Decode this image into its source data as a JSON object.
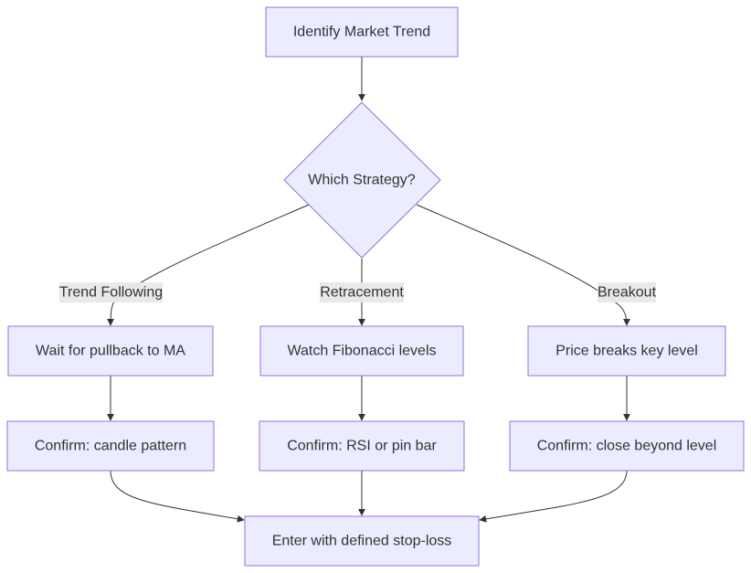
{
  "colors": {
    "node_fill": "#ECECFF",
    "node_stroke": "#9370DB",
    "edge": "#333333",
    "label_bg": "#E8E8E8",
    "text": "#333333"
  },
  "nodes": {
    "identify": "Identify Market Trend",
    "strategy": "Which Strategy?",
    "pullback": "Wait for pullback to MA",
    "fibonacci": "Watch Fibonacci levels",
    "breaks": "Price breaks key level",
    "candle": "Confirm: candle pattern",
    "rsi": "Confirm: RSI or pin bar",
    "close": "Confirm: close beyond level",
    "enter": "Enter with defined stop-loss"
  },
  "edges": {
    "trend_following": "Trend Following",
    "retracement": "Retracement",
    "breakout": "Breakout"
  }
}
